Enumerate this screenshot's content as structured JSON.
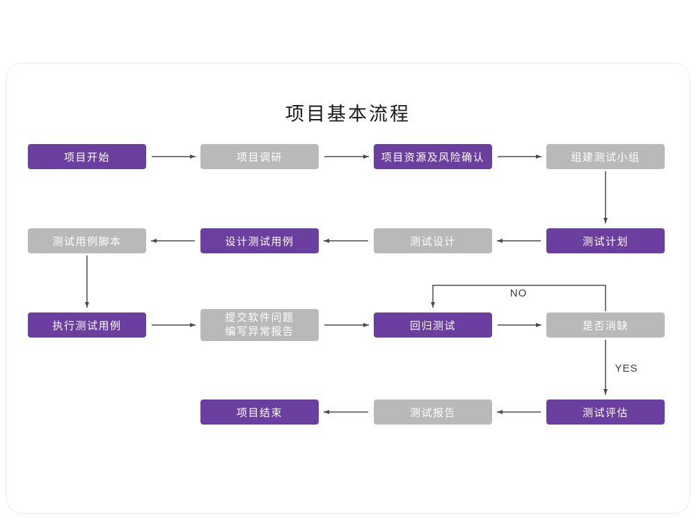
{
  "page": {
    "title": "项目基本流程"
  },
  "colors": {
    "purple": "#6B3FA0",
    "gray": "#B9B9B9",
    "arrow": "#4A4A4A",
    "title": "#1A1A1A",
    "node_text": "#FFFFFF",
    "card_border": "#EDEDED"
  },
  "nodes": [
    {
      "id": "project-start",
      "type": "purple",
      "label": "项目开始"
    },
    {
      "id": "project-research",
      "type": "gray",
      "label": "项目调研"
    },
    {
      "id": "resource-risk-confirm",
      "type": "purple",
      "label": "项目资源及风险确认"
    },
    {
      "id": "build-test-team",
      "type": "gray",
      "label": "组建测试小组"
    },
    {
      "id": "test-plan",
      "type": "purple",
      "label": "测试计划"
    },
    {
      "id": "test-design",
      "type": "gray",
      "label": "测试设计"
    },
    {
      "id": "design-test-case",
      "type": "purple",
      "label": "设计测试用例"
    },
    {
      "id": "test-case-script",
      "type": "gray",
      "label": "测试用例脚本"
    },
    {
      "id": "run-test-case",
      "type": "purple",
      "label": "执行测试用例"
    },
    {
      "id": "submit-issue-report",
      "type": "gray",
      "label": "提交软件问题 编写异常报告",
      "lines": [
        "提交软件问题",
        "编写异常报告"
      ]
    },
    {
      "id": "regression-test",
      "type": "purple",
      "label": "回归测试"
    },
    {
      "id": "defect-cleared",
      "type": "gray",
      "label": "是否消缺"
    },
    {
      "id": "test-evaluation",
      "type": "purple",
      "label": "测试评估"
    },
    {
      "id": "test-report",
      "type": "gray",
      "label": "测试报告"
    },
    {
      "id": "project-end",
      "type": "purple",
      "label": "项目结束"
    }
  ],
  "arrow_labels": {
    "no": "NO",
    "yes": "YES"
  }
}
